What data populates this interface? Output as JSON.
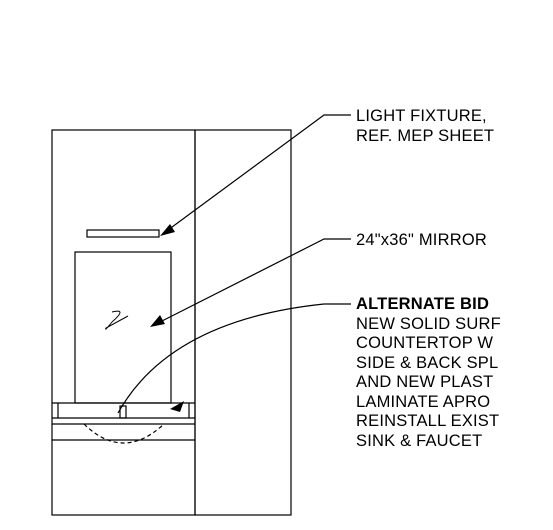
{
  "notes": {
    "light_fixture": [
      "LIGHT FIXTURE,",
      "REF. MEP SHEET"
    ],
    "mirror": "24\"x36\" MIRROR",
    "alternate_bid": {
      "heading": "ALTERNATE BID",
      "lines": [
        "NEW SOLID SURF",
        "COUNTERTOP W",
        "SIDE & BACK SPL",
        "AND NEW PLAST",
        "LAMINATE APRO",
        "REINSTALL EXIST",
        "SINK & FAUCET"
      ]
    }
  },
  "mirror_mark": "2",
  "colors": {
    "line": "#000000",
    "background": "#ffffff"
  }
}
